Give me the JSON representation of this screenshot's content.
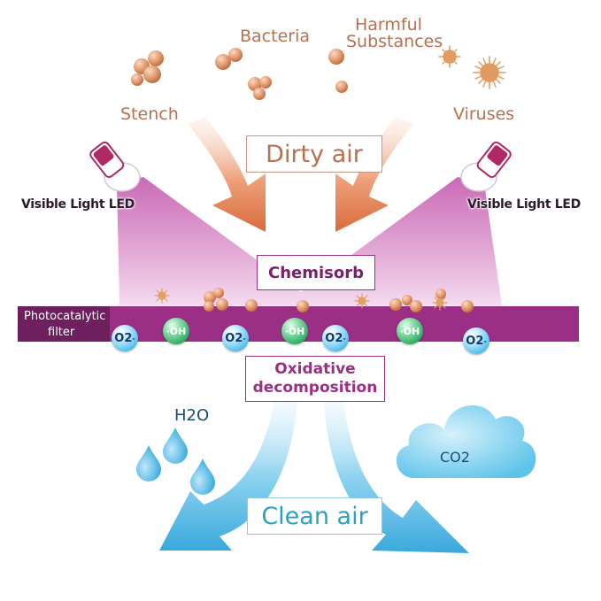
{
  "contaminants": {
    "stench": "Stench",
    "bacteria": "Bacteria",
    "harmful_line1": "Harmful",
    "harmful_line2": "Substances",
    "viruses": "Viruses"
  },
  "dirty_air": "Dirty air",
  "led": {
    "left": "Visible Light LED",
    "right": "Visible Light LED"
  },
  "chemisorb": "Chemisorb",
  "filter": {
    "line1": "Photocatalytic",
    "line2": "filter"
  },
  "ions": {
    "o2": "O2",
    "o2_charge": "-",
    "oh": "·OH"
  },
  "oxidative": {
    "line1": "Oxidative",
    "line2": "decomposition"
  },
  "h2o": "H2O",
  "co2": "CO2",
  "clean_air": "Clean air",
  "colors": {
    "brown": "#b87050",
    "magenta": "#9b2f86",
    "filter_dark": "#6e1f5e",
    "teal": "#2f9fbf",
    "sky": "#5bc0e8"
  }
}
